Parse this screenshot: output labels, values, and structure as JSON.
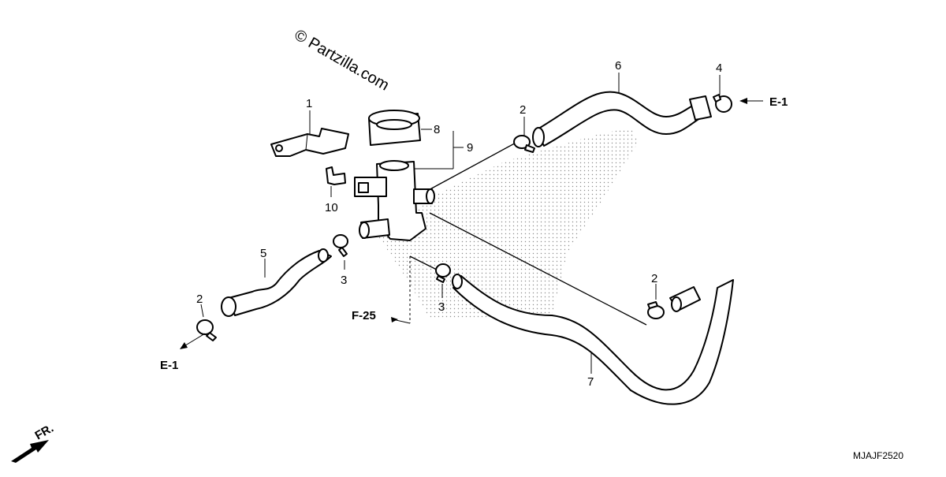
{
  "watermark": "© Partzilla.com",
  "diagram_code": "MJAJF2520",
  "direction_label": "FR.",
  "references": {
    "e1_right": "E-1",
    "e1_left": "E-1",
    "f25": "F-25"
  },
  "callouts": {
    "c1": "1",
    "c2_top": "2",
    "c2_left": "2",
    "c2_right": "2",
    "c3_left": "3",
    "c3_mid": "3",
    "c4": "4",
    "c5": "5",
    "c6": "6",
    "c7": "7",
    "c8": "8",
    "c9": "9",
    "c10": "10"
  }
}
